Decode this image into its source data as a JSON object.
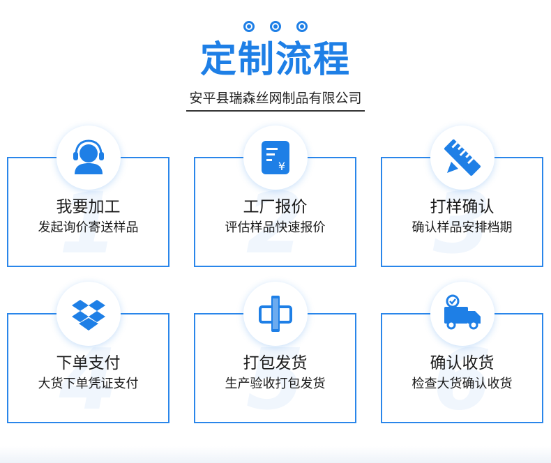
{
  "header": {
    "title": "定制流程",
    "subtitle": "安平县瑞森丝网制品有限公司"
  },
  "steps": [
    {
      "title": "我要加工",
      "desc": "发起询价寄送样品",
      "icon": "customer-service-icon",
      "ghost": "1"
    },
    {
      "title": "工厂报价",
      "desc": "评估样品快速报价",
      "icon": "quotation-icon",
      "ghost": "2"
    },
    {
      "title": "打样确认",
      "desc": "确认样品安排档期",
      "icon": "ruler-pencil-icon",
      "ghost": "3"
    },
    {
      "title": "下单支付",
      "desc": "大货下单凭证支付",
      "icon": "box-icon",
      "ghost": "4"
    },
    {
      "title": "打包发货",
      "desc": "生产验收打包发货",
      "icon": "package-icon",
      "ghost": "5"
    },
    {
      "title": "确认收货",
      "desc": "检查大货确认收货",
      "icon": "delivery-truck-icon",
      "ghost": "6"
    }
  ],
  "colors": {
    "accent": "#1e7fe6",
    "border": "#2a86ea"
  }
}
